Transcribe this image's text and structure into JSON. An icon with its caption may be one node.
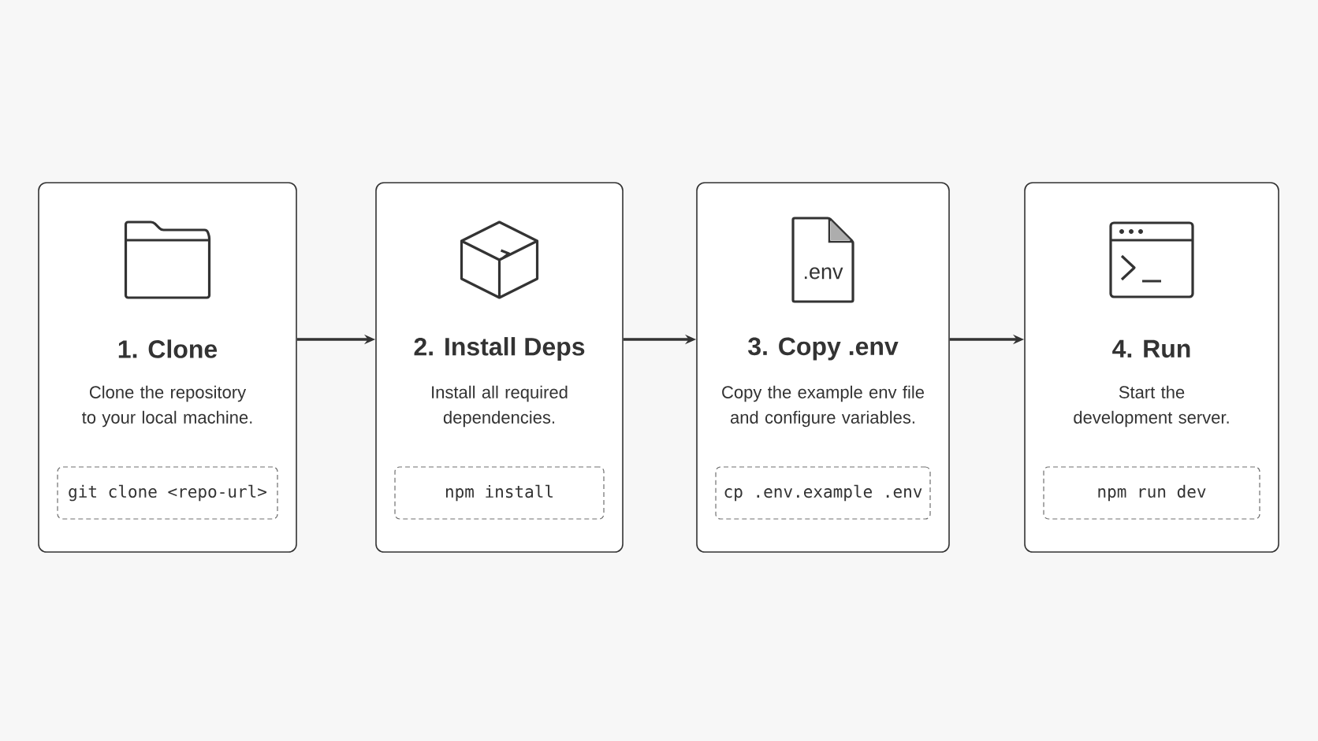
{
  "diagram": {
    "nodes": [
      {
        "text": [
          "1. Clone",
          "Clone the repository to your local machine."
        ]
      },
      {
        "text": [
          "git clone <repo-url>"
        ],
        "in": 0
      },
      {
        "text": [
          "2. Install Deps",
          "Install all required dependencies."
        ]
      },
      {
        "text": [
          "npm install"
        ],
        "in": 2
      },
      {
        "text": [
          "3. Copy .env",
          "Copy the example env file and configure variables."
        ]
      },
      {
        "text": [
          "cp .env.example .env"
        ],
        "in": 4
      },
      {
        "text": [
          "4. Run",
          "Start the development server."
        ]
      },
      {
        "text": [
          "npm run dev"
        ],
        "in": 6
      }
    ],
    "edges": [
      {
        "from": 0,
        "to": 2,
        "arrow": "to"
      },
      {
        "from": 2,
        "to": 4,
        "arrow": "to"
      },
      {
        "from": 4,
        "to": 6,
        "arrow": "to"
      }
    ],
    "labels": [
      ".env"
    ]
  }
}
